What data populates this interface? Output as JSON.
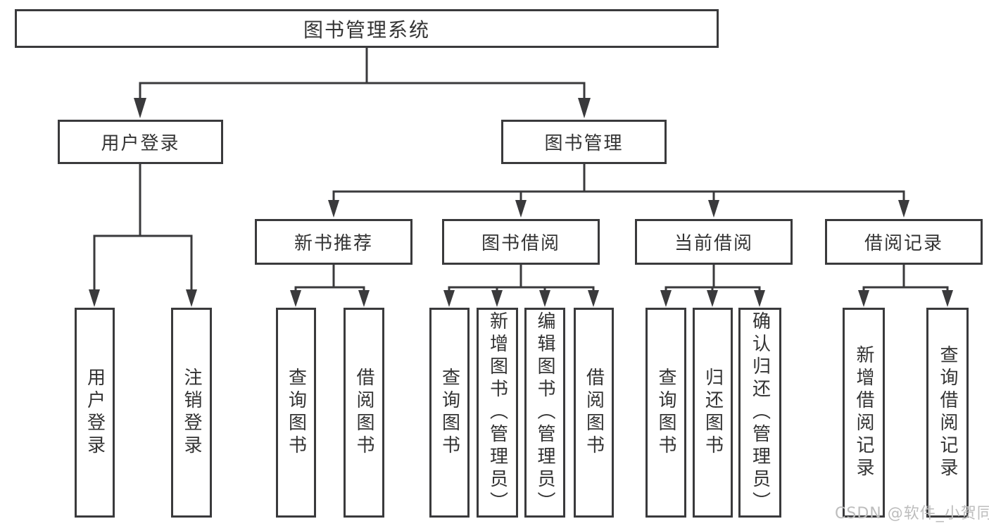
{
  "diagram": {
    "tree": {
      "label": "图书管理系统",
      "children": [
        {
          "label": "用户登录",
          "children": [
            {
              "label": "用户登录"
            },
            {
              "label": "注销登录"
            }
          ]
        },
        {
          "label": "图书管理",
          "children": [
            {
              "label": "新书推荐",
              "children": [
                {
                  "label": "查询图书"
                },
                {
                  "label": "借阅图书"
                }
              ]
            },
            {
              "label": "图书借阅",
              "children": [
                {
                  "label": "查询图书"
                },
                {
                  "label": "新增图书（管理员）"
                },
                {
                  "label": "编辑图书（管理员）"
                },
                {
                  "label": "借阅图书"
                }
              ]
            },
            {
              "label": "当前借阅",
              "children": [
                {
                  "label": "查询图书"
                },
                {
                  "label": "归还图书"
                },
                {
                  "label": "确认归还（管理员）"
                }
              ]
            },
            {
              "label": "借阅记录",
              "children": [
                {
                  "label": "新增借阅记录"
                },
                {
                  "label": "查询借阅记录"
                }
              ]
            }
          ]
        }
      ]
    }
  },
  "watermark": "CSDN @软件_小贺同学",
  "colors": {
    "line": "#3a3a3c",
    "text": "#333333",
    "watermark": "#bdbdbd",
    "background": "#ffffff"
  }
}
